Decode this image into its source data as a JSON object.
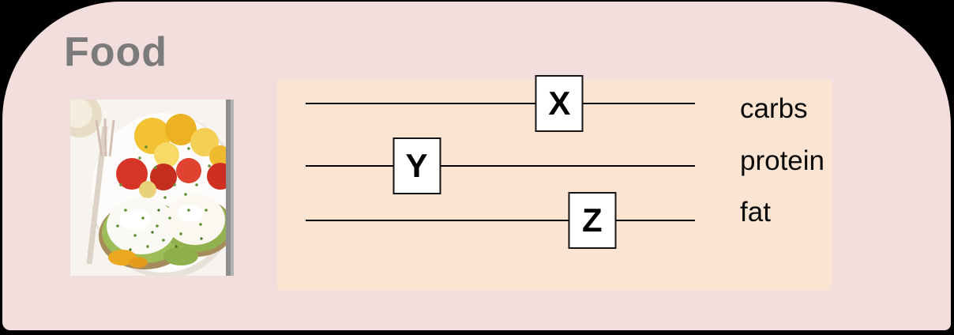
{
  "card": {
    "title": "Food",
    "bg_color": "#f2dedc",
    "title_color": "#7b7b7b"
  },
  "photo": {
    "alt": "plate of poached eggs on avocado toast with red and yellow tomatoes and a fork"
  },
  "panel": {
    "bg_color": "#fbe5d2",
    "line_color": "#000000",
    "sliders": [
      {
        "letter": "X",
        "label": "carbs",
        "handle_left": "65.2%"
      },
      {
        "letter": "Y",
        "label": "protein",
        "handle_left": "28.5%"
      },
      {
        "letter": "Z",
        "label": "fat",
        "handle_left": "73.6%"
      }
    ]
  }
}
